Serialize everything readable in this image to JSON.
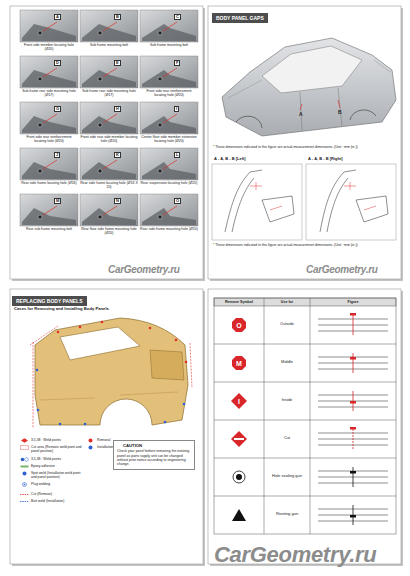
{
  "diagram": {
    "nodes": [
      {
        "text": [
          "BODY PANEL GAPS"
        ]
      },
      {
        "text": [
          "REPLACING BODY PANELS"
        ]
      },
      {
        "text": [
          "CAUTION",
          "Check your panel before removing the existing panel as parts supply unit can be changed without prior notice according to engineering change."
        ]
      }
    ],
    "labels": [
      "Front side member locating hole (Ø20)",
      "Sub frame mounting bolt",
      "Sub frame mounting bolt",
      "Sub frame rear side mounting hole (Ø17)",
      "Sub frame rear side mounting hole (Ø17)",
      "Front side rear reinforcement locating hole (Ø20)",
      "Front side rear reinforcement locating hole (Ø20)",
      "Front side rear side member locating hole (Ø20)",
      "Center floor side member extension locating hole (Ø20)",
      "Rear side frame locating hole (Ø16)",
      "Rear side frame locating hole (Ø16 X 20)",
      "Rear suspension locating hole (Ø20)",
      "Rear sub frame mounting bolt",
      "Rear floor side frame mounting hole (Ø20)",
      "Rear side frame mounting hole (Ø20)",
      "A",
      "B",
      "C",
      "D",
      "E",
      "F",
      "G",
      "H",
      "I",
      "J",
      "K",
      "L",
      "M",
      "N",
      "O",
      "CarGeometry.ru",
      "A",
      "B",
      "* These dimensions indicated in this figure are actual-measurement dimensions. (Unit : mm (in.))",
      "A - A, B - B [Left]",
      "A - A, B - B [Right]",
      "* These dimensions indicated in this figure are actual-measurement dimensions. (Unit : mm (in.))",
      "CarGeometry.ru",
      "Cases for Removing and Installing Body Panels",
      "Remove Symbol",
      "Use for",
      "Figure",
      "O",
      "Outside",
      "M",
      "Middle",
      "I",
      "Inside",
      "Cut",
      "Hole sealing gun",
      "Riveting gun",
      "CarGeometry.ru"
    ],
    "legend": [
      {
        "text": "3,5,38 : Weld points"
      },
      {
        "text": "Cut area (Remove weld point and panel position)"
      },
      {
        "text": "3,5,38 : Weld points"
      },
      {
        "text": "Epoxy adhesive"
      },
      {
        "text": "Spot weld (Installation weld point and panel position)"
      },
      {
        "text": "Plug welding"
      },
      {
        "text": "Removal",
        "color": "#e0302a"
      },
      {
        "text": "Installation",
        "color": "#2f5fd0"
      },
      {
        "text": "Cut (Remove)"
      },
      {
        "text": "Butt weld (Installation)"
      }
    ]
  }
}
